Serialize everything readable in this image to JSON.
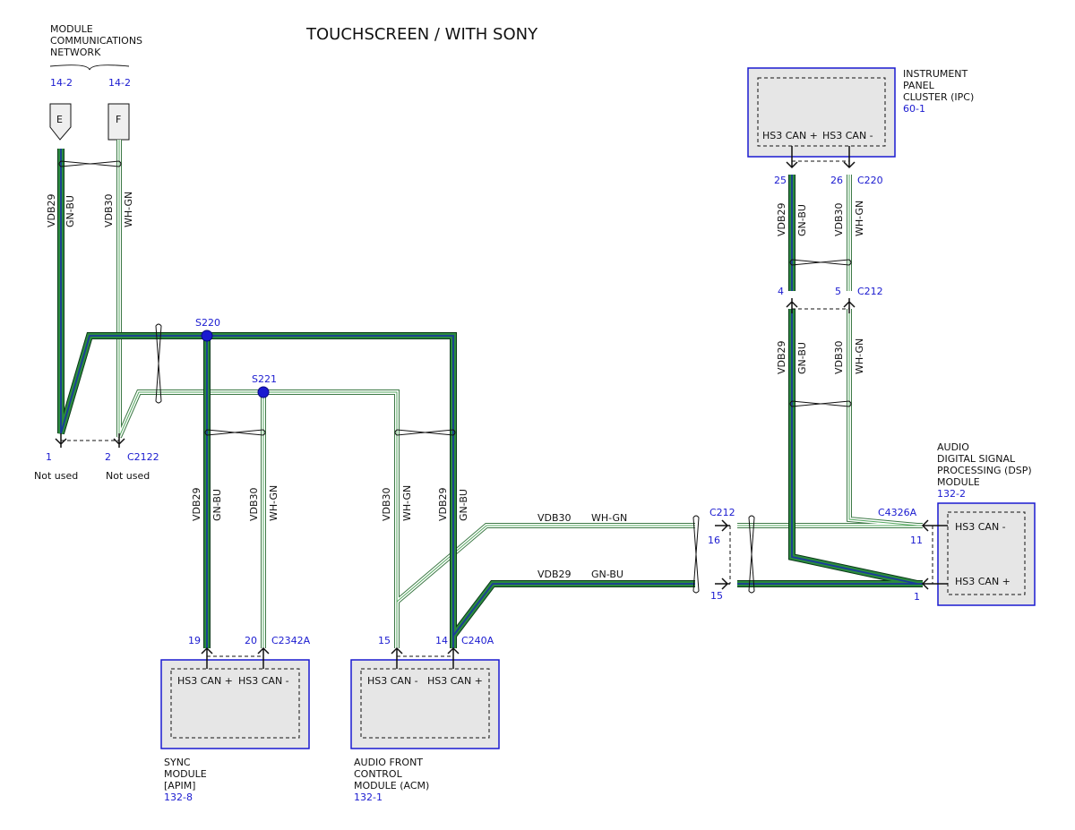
{
  "title": "TOUCHSCREEN / WITH SONY",
  "network": {
    "label_lines": [
      "MODULE",
      "COMMUNICATIONS",
      "NETWORK"
    ],
    "ref_e": "14-2",
    "ref_f": "14-2",
    "flag_e": "E",
    "flag_f": "F"
  },
  "circuits": {
    "vdb29": "VDB29",
    "vdb30": "VDB30",
    "gn_bu": "GN-BU",
    "wh_gn": "WH-GN"
  },
  "splices": {
    "s220": "S220",
    "s221": "S221"
  },
  "connector_c2122": {
    "pin1": "1",
    "pin2": "2",
    "name": "C2122",
    "pin1_note": "Not used",
    "pin2_note": "Not used"
  },
  "sync": {
    "name_lines": [
      "SYNC",
      "MODULE",
      "[APIM]"
    ],
    "ref": "132-8",
    "pin_a": "19",
    "pin_b": "20",
    "connector": "C2342A",
    "term_a": "HS3 CAN +",
    "term_b": "HS3 CAN -"
  },
  "acm": {
    "name_lines": [
      "AUDIO FRONT",
      "CONTROL",
      "MODULE (ACM)"
    ],
    "ref": "132-1",
    "pin_a": "15",
    "pin_b": "14",
    "connector": "C240A",
    "term_a": "HS3 CAN -",
    "term_b": "HS3 CAN +"
  },
  "ipc": {
    "name_lines": [
      "INSTRUMENT",
      "PANEL",
      "CLUSTER (IPC)"
    ],
    "ref": "60-1",
    "pin_a": "25",
    "pin_b": "26",
    "connector": "C220",
    "term_a": "HS3 CAN +",
    "term_b": "HS3 CAN -"
  },
  "c212_upper": {
    "pin_a": "4",
    "pin_b": "5",
    "name": "C212"
  },
  "c212_lower": {
    "pin_a": "16",
    "pin_b": "15",
    "name": "C212"
  },
  "dsp": {
    "name_lines": [
      "AUDIO",
      "DIGITAL SIGNAL",
      "PROCESSING (DSP)",
      "MODULE"
    ],
    "ref": "132-2",
    "pin_a": "11",
    "pin_b": "1",
    "connector": "C4326A",
    "term_a": "HS3 CAN -",
    "term_b": "HS3 CAN +"
  }
}
